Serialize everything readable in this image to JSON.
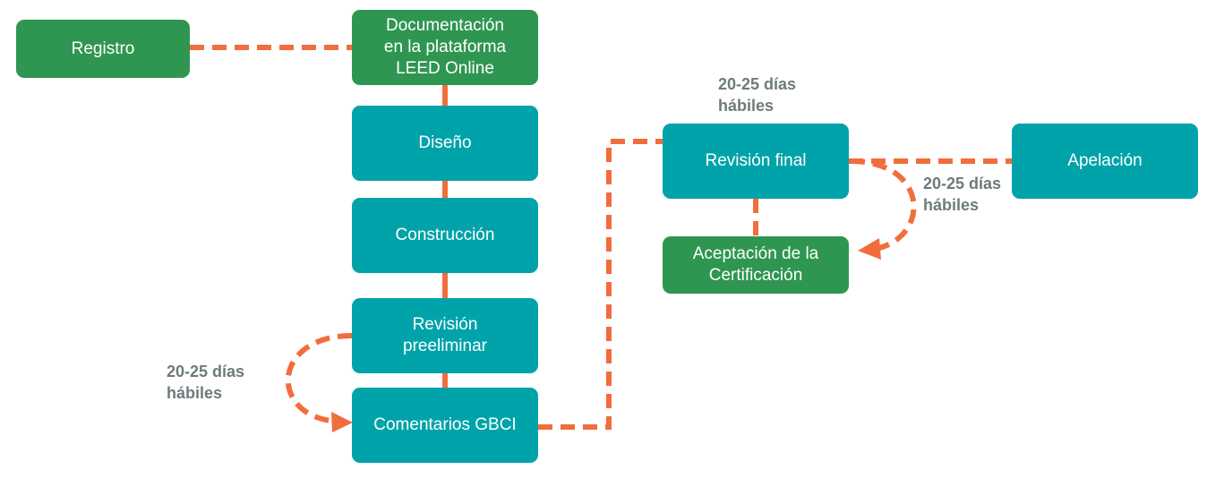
{
  "colors": {
    "green": "#2f9651",
    "teal": "#00a3aa",
    "connector": "#f26d3d",
    "note_text": "#6d7b7c"
  },
  "nodes": {
    "registro": "Registro",
    "documentacion": [
      "Documentación",
      "en la plataforma",
      "LEED Online"
    ],
    "diseno": "Diseño",
    "construccion": "Construcción",
    "revision_preeliminar": [
      "Revisión",
      "preeliminar"
    ],
    "comentarios_gbci": "Comentarios GBCI",
    "revision_final": "Revisión final",
    "apelacion": "Apelación",
    "aceptacion": [
      "Aceptación de la",
      "Certificación"
    ]
  },
  "notes": {
    "final_review_time": [
      "20-25 días",
      "hábiles"
    ],
    "appeal_time": [
      "20-25 días",
      "hábiles"
    ],
    "preliminary_time": [
      "20-25 días",
      "hábiles"
    ]
  }
}
